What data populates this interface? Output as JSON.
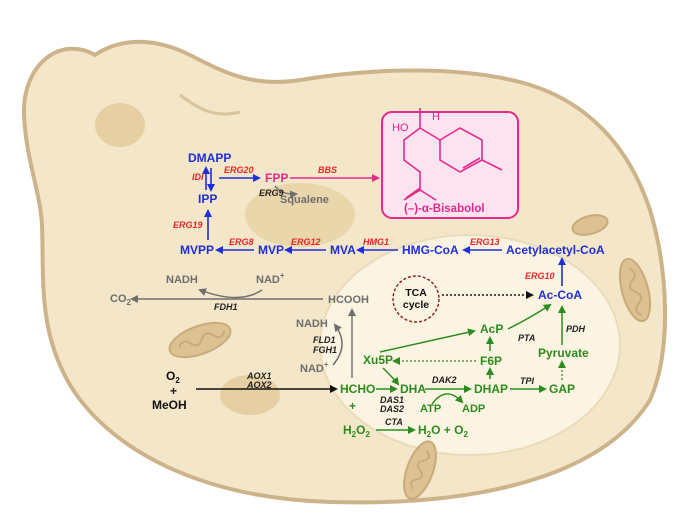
{
  "colors": {
    "cell_fill": "#f3e6c9",
    "cell_stroke": "#cdb38a",
    "organelle_fill": "#e6cfa2",
    "mito_fill": "#dcc193",
    "blue": "#1f2fd6",
    "red_enzyme": "#e8262b",
    "magenta": "#e6298a",
    "green": "#2e8b1f",
    "gray": "#6e6e6e",
    "black": "#111111"
  },
  "mevalonate": {
    "dmapp": "DMAPP",
    "ipp": "IPP",
    "fpp": "FPP",
    "squalene": "Squalene",
    "mvpp": "MVPP",
    "mvp": "MVP",
    "mva": "MVA",
    "hmgcoa": "HMG-CoA",
    "acetoacetyl": "Acetylacetyl-CoA",
    "accoa": "Ac-CoA"
  },
  "enzymes": {
    "idi": "IDI",
    "erg20": "ERG20",
    "erg9": "ERG9",
    "bbs": "BBS",
    "erg19": "ERG19",
    "erg8": "ERG8",
    "erg12": "ERG12",
    "hmg1": "HMG1",
    "erg13": "ERG13",
    "erg10": "ERG10",
    "fdh1": "FDH1",
    "fld1": "FLD1",
    "fgh1": "FGH1",
    "aox1": "AOX1",
    "aox2": "AOX2",
    "das1": "DAS1",
    "das2": "DAS2",
    "dak2": "DAK2",
    "tpi": "TPI",
    "pta": "PTA",
    "pdh": "PDH",
    "cta": "CTA"
  },
  "product": {
    "name": "(–)-α-Bisabolol",
    "ho": "HO",
    "h": "H"
  },
  "methanol": {
    "nadh_top": "NADH",
    "nad_top": "NAD",
    "nad_sup": "+",
    "co2": "CO",
    "co2_sub": "2",
    "hcooh": "HCOOH",
    "nadh_mid": "NADH",
    "nad_mid": "NAD",
    "nad_mid_sup": "+",
    "o2": "O",
    "o2_sub": "2",
    "plus": "+",
    "meoh": "MeOH"
  },
  "tca": {
    "line1": "TCA",
    "line2": "cycle"
  },
  "xylulose": {
    "xu5p": "Xu5P",
    "hcho": "HCHO",
    "dha": "DHA",
    "dhap": "DHAP",
    "atp": "ATP",
    "adp": "ADP",
    "gap": "GAP",
    "f6p": "F6P",
    "acp": "AcP",
    "pyruvate": "Pyruvate",
    "plus": "+",
    "h2o2": "H",
    "h2o2_sub": "2",
    "h2o2_o": "O",
    "h2o2_sub2": "2",
    "h2o_o2": "H",
    "h2o_sub": "2",
    "h2o_rest": "O + O",
    "o2_sub": "2"
  }
}
